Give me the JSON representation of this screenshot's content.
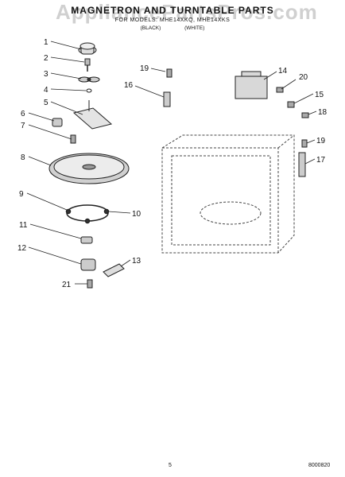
{
  "header": {
    "title": "MAGNETRON AND TURNTABLE PARTS",
    "subtitle": "FOR MODELS: MHE14XKQ, MHE14XKS",
    "variant_black": "(BLACK)",
    "variant_white": "(WHITE)"
  },
  "watermark": "AppliancePartsPros.com",
  "footer": {
    "page_number": "5",
    "ref_code": "8000820"
  },
  "callouts": [
    "1",
    "2",
    "3",
    "4",
    "5",
    "6",
    "7",
    "8",
    "9",
    "10",
    "11",
    "12",
    "13",
    "14",
    "15",
    "16",
    "17",
    "18",
    "19",
    "19",
    "20",
    "21"
  ]
}
